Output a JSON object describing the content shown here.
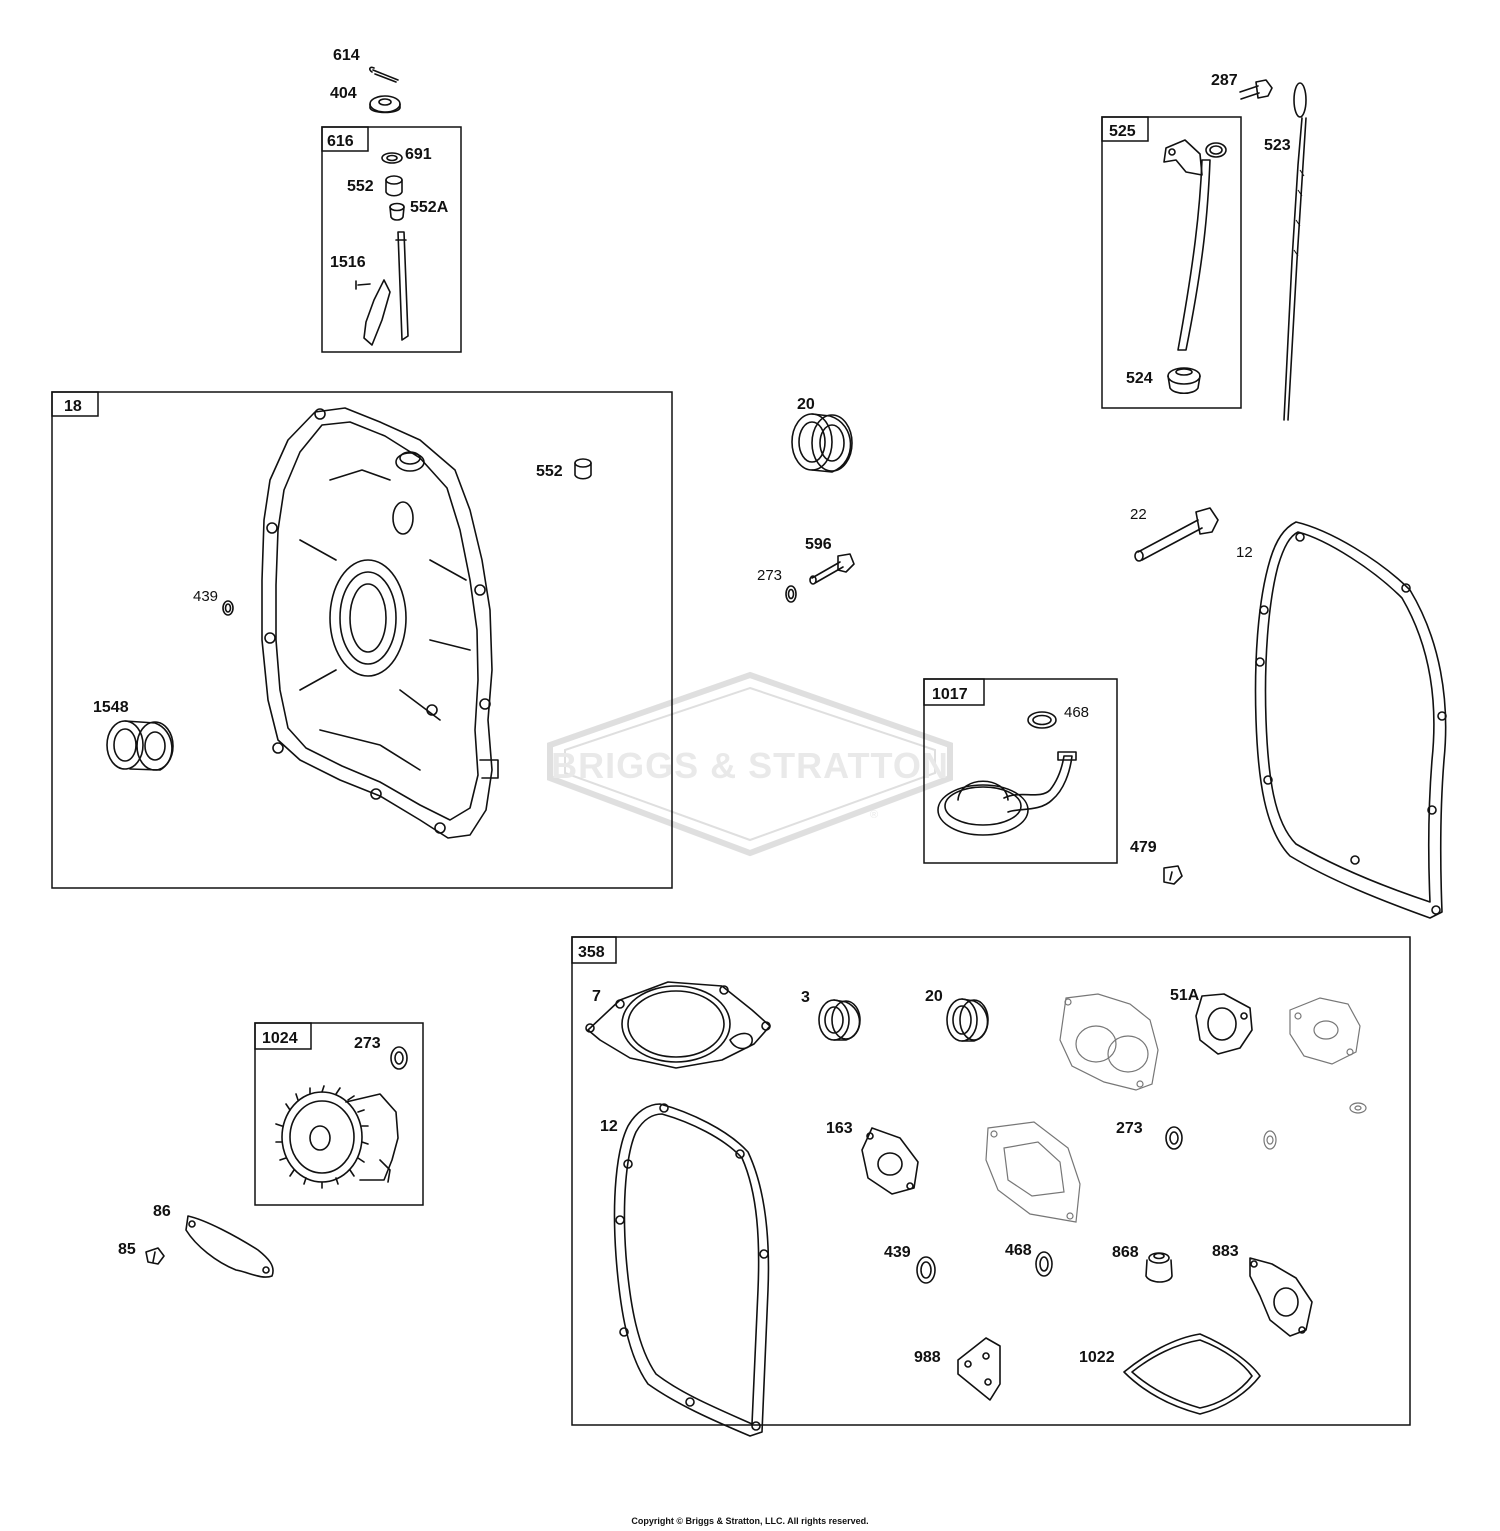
{
  "watermark": {
    "brand": "BRIGGS & STRATTON",
    "registered": "®"
  },
  "boxes": {
    "b616": "616",
    "b18": "18",
    "b525": "525",
    "b1017": "1017",
    "b1024": "1024",
    "b358": "358"
  },
  "labels": {
    "l614": "614",
    "l404": "404",
    "l691": "691",
    "l552_top": "552",
    "l552A": "552A",
    "l1516": "1516",
    "l552_mid": "552",
    "l439_mid": "439",
    "l1548": "1548",
    "l20_mid": "20",
    "l596": "596",
    "l273_mid": "273",
    "l287": "287",
    "l523": "523",
    "l524": "524",
    "l22": "22",
    "l12_right": "12",
    "l468_mid": "468",
    "l479": "479",
    "l273_1024": "273",
    "l86": "86",
    "l85": "85",
    "l7": "7",
    "l3": "3",
    "l20_kit": "20",
    "l51A": "51A",
    "l12_kit": "12",
    "l163": "163",
    "l273_kit": "273",
    "l439_kit": "439",
    "l468_kit": "468",
    "l868": "868",
    "l883": "883",
    "l988": "988",
    "l1022": "1022"
  },
  "footer": {
    "copyright": "Copyright © Briggs & Stratton, LLC. All rights reserved."
  }
}
